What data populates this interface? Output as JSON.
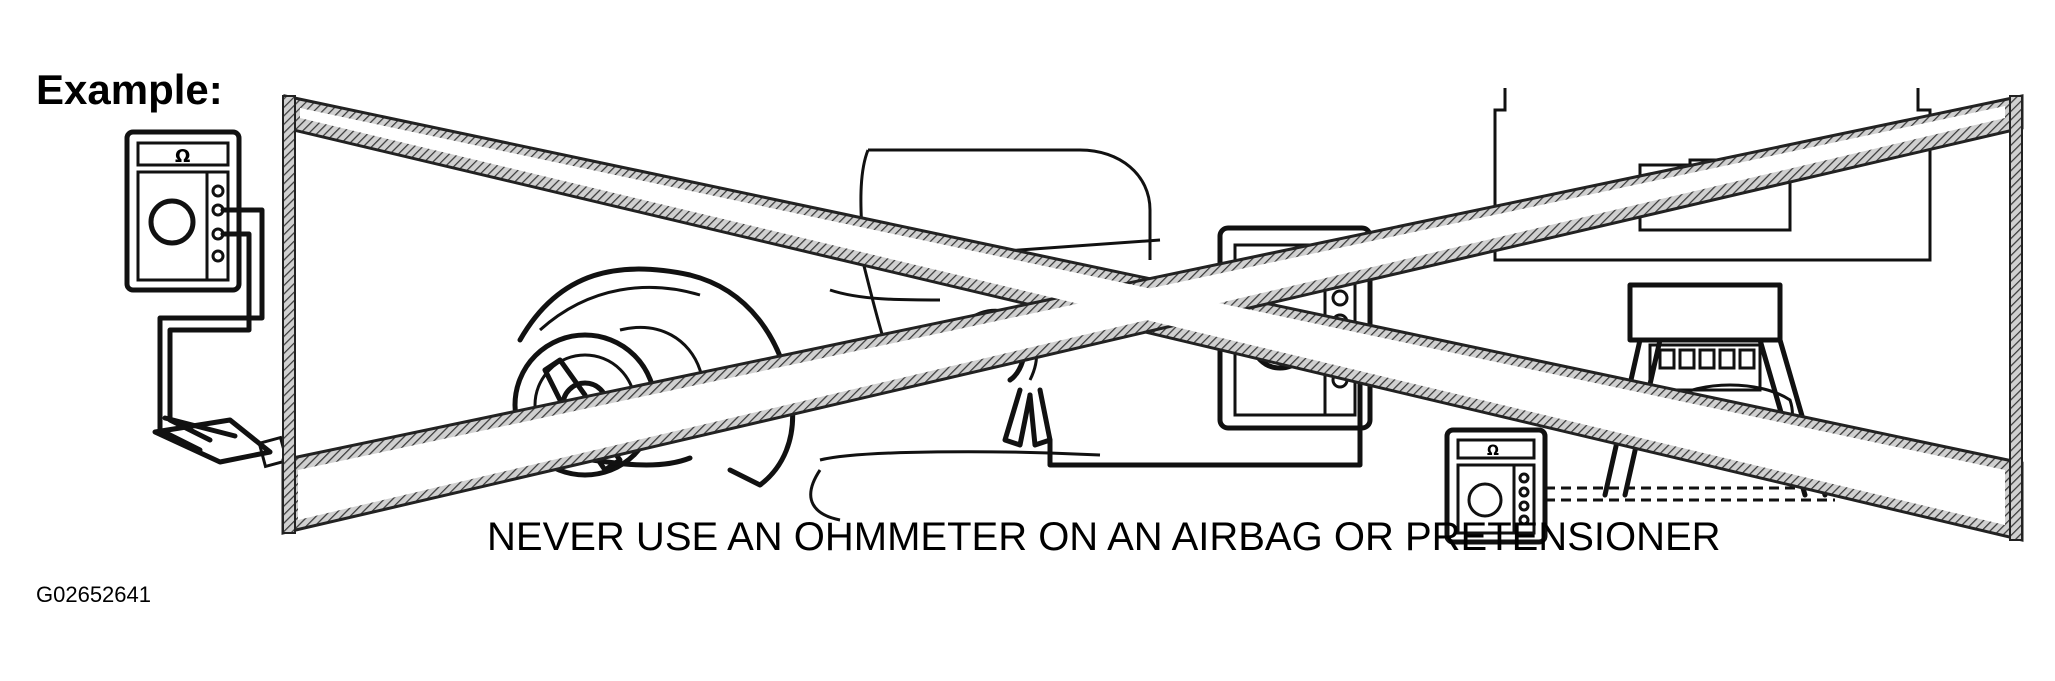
{
  "diagram": {
    "example_label": "Example:",
    "warning_text": "NEVER USE AN OHMMETER ON AN AIRBAG OR PRETENSIONER",
    "figure_id": "G02652641",
    "meter_symbol": "Ω",
    "colors": {
      "ink": "#111111",
      "cross_band": "#7a7a7a",
      "background": "#ffffff"
    }
  }
}
